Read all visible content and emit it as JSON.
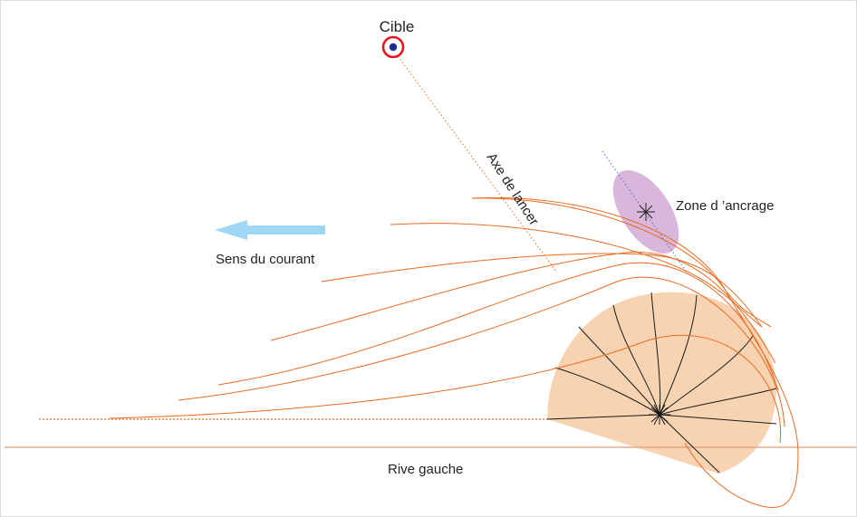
{
  "labels": {
    "target": "Cible",
    "cast_axis": "Axe de lancer",
    "anchor_zone": "Zone d ’ancrage",
    "current": "Sens du courant",
    "bank": "Rive gauche"
  },
  "colors": {
    "sector_fill": "#f8d3b2",
    "line_orange": "#ea6a1e",
    "anchor_fill": "#d9b6dc",
    "arrow_blue": "#9fd7f5",
    "target_red": "#e1191e",
    "target_blue": "#1f2f8f",
    "bank_line": "#e39a78",
    "dark_line": "#1a1a1a"
  }
}
